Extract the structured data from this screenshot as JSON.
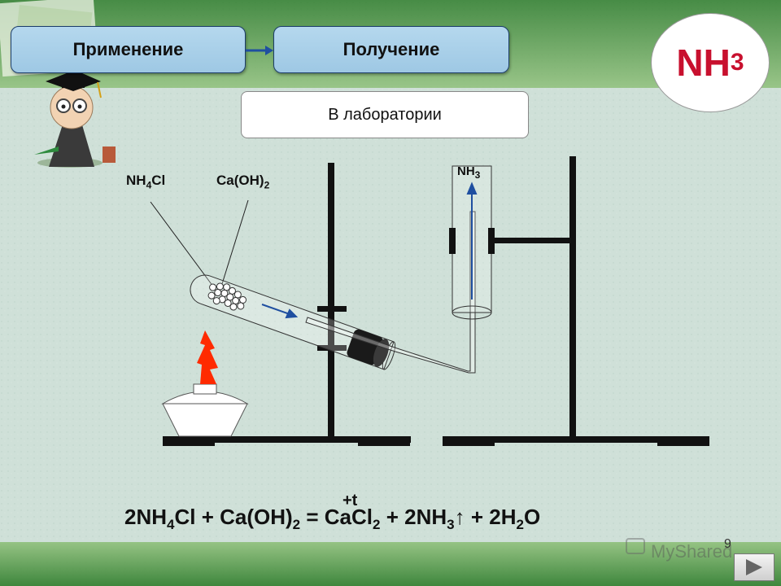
{
  "nav": {
    "apply_label": "Применение",
    "obtain_label": "Получение"
  },
  "section": {
    "label": "В лаборатории"
  },
  "badge": {
    "main": "NH",
    "sub": "3"
  },
  "labels": {
    "nh4cl": {
      "a": "NH",
      "sub": "4",
      "b": "Cl"
    },
    "caoh2": {
      "a": "Ca(OH)",
      "sub": "2"
    },
    "nh3": {
      "a": "NH",
      "sub": "3"
    }
  },
  "equation": {
    "condition": "+t",
    "p1": "2NH",
    "s1": "4",
    "p2": "Cl + Ca(OH)",
    "s2": "2",
    "p3": " = CaCl",
    "s3": "2",
    "p4": " + 2NH",
    "s4": "3",
    "p5": "↑  + 2H",
    "s5": "2",
    "p6": "O"
  },
  "footer": {
    "page_number": "9"
  },
  "colors": {
    "accent_red": "#c8102e",
    "arrow_blue": "#1f4fa0",
    "flame": "#ff2a00"
  }
}
